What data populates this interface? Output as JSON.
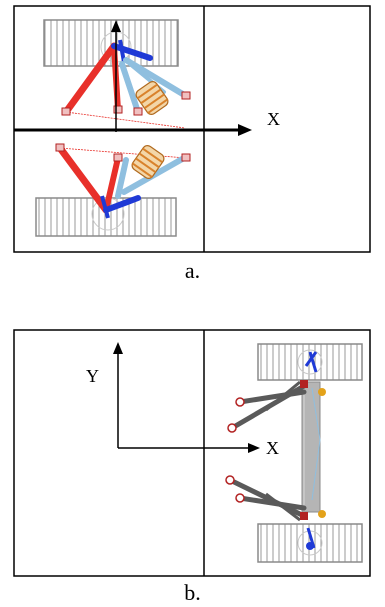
{
  "panel_a": {
    "caption": "a.",
    "axis_x_label": "X"
  },
  "panel_b": {
    "caption": "b.",
    "axis_x_label": "X",
    "axis_y_label": "Y"
  },
  "colors": {
    "upper_arm": "#e8302a",
    "lower_arm": "#1f3ad6",
    "strut": "#8fbfdf",
    "spring": "#d9822b",
    "link_gray": "#5a5a5a",
    "axle": "#b5b5b5",
    "joint": "#b22222",
    "tire_line": "#9a9a9a"
  }
}
